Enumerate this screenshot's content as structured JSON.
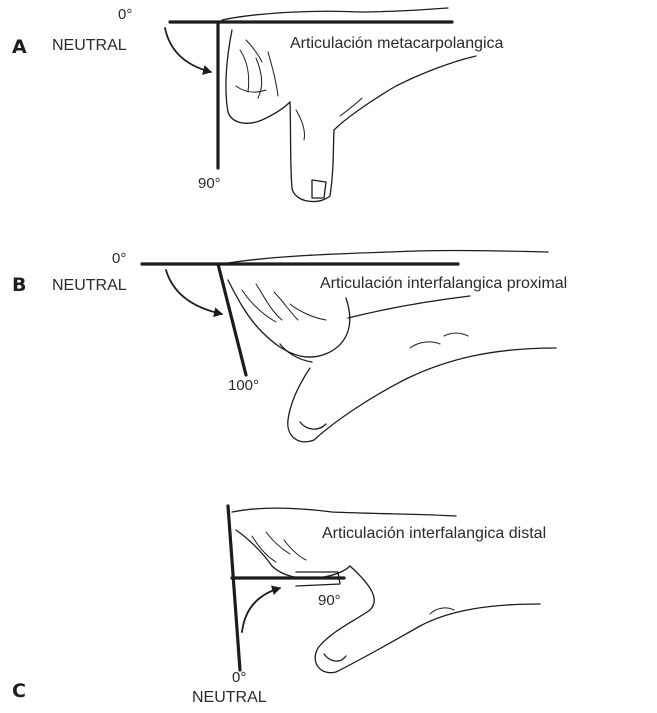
{
  "panels": [
    {
      "letter": "A",
      "neutral_angle": "0°",
      "neutral_label": "NEUTRAL",
      "flexion_angle": "90°",
      "joint_label": "Articulación metacarpolangica"
    },
    {
      "letter": "B",
      "neutral_angle": "0°",
      "neutral_label": "NEUTRAL",
      "flexion_angle": "100°",
      "joint_label": "Articulación interfalangica proximal"
    },
    {
      "letter": "C",
      "neutral_angle": "0°",
      "neutral_label": "NEUTRAL",
      "flexion_angle": "90°",
      "joint_label": "Articulación interfalangica distal"
    }
  ],
  "colors": {
    "ink": "#1c1c1c",
    "background": "#ffffff"
  }
}
